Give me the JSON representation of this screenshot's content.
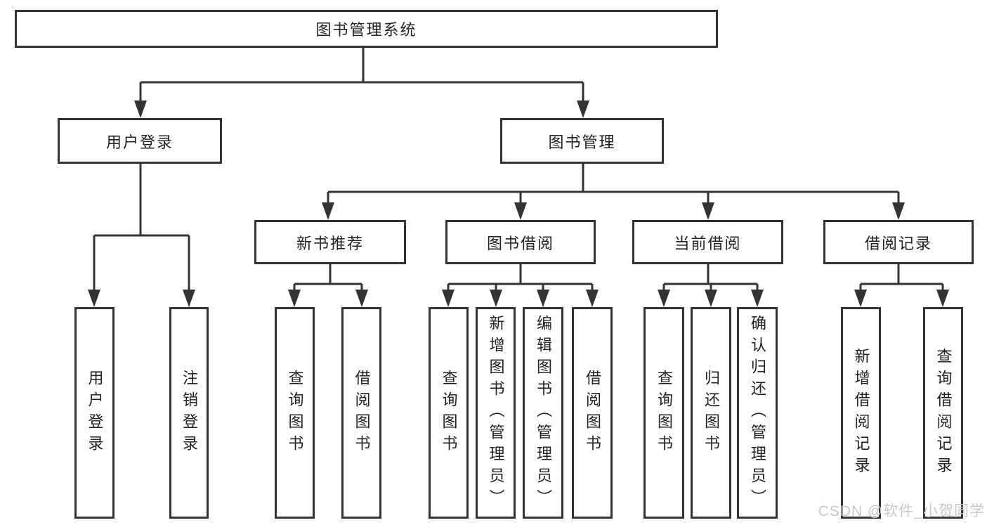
{
  "diagram": {
    "watermark": "CSDN @软件_小贺同学",
    "colors": {
      "line": "#333333",
      "box_border": "#333333",
      "text": "#222222",
      "background": "#ffffff",
      "watermark": "#c8c8c8"
    },
    "tree": {
      "label": "图书管理系统",
      "children": [
        {
          "label": "用户登录",
          "children": [
            {
              "label": "用户登录"
            },
            {
              "label": "注销登录"
            }
          ]
        },
        {
          "label": "图书管理",
          "children": [
            {
              "label": "新书推荐",
              "children": [
                {
                  "label": "查询图书"
                },
                {
                  "label": "借阅图书"
                }
              ]
            },
            {
              "label": "图书借阅",
              "children": [
                {
                  "label": "查询图书"
                },
                {
                  "label": "新增图书（管理员）"
                },
                {
                  "label": "编辑图书（管理员）"
                },
                {
                  "label": "借阅图书"
                }
              ]
            },
            {
              "label": "当前借阅",
              "children": [
                {
                  "label": "查询图书"
                },
                {
                  "label": "归还图书"
                },
                {
                  "label": "确认归还（管理员）"
                }
              ]
            },
            {
              "label": "借阅记录",
              "children": [
                {
                  "label": "新增借阅记录"
                },
                {
                  "label": "查询借阅记录"
                }
              ]
            }
          ]
        }
      ]
    }
  }
}
